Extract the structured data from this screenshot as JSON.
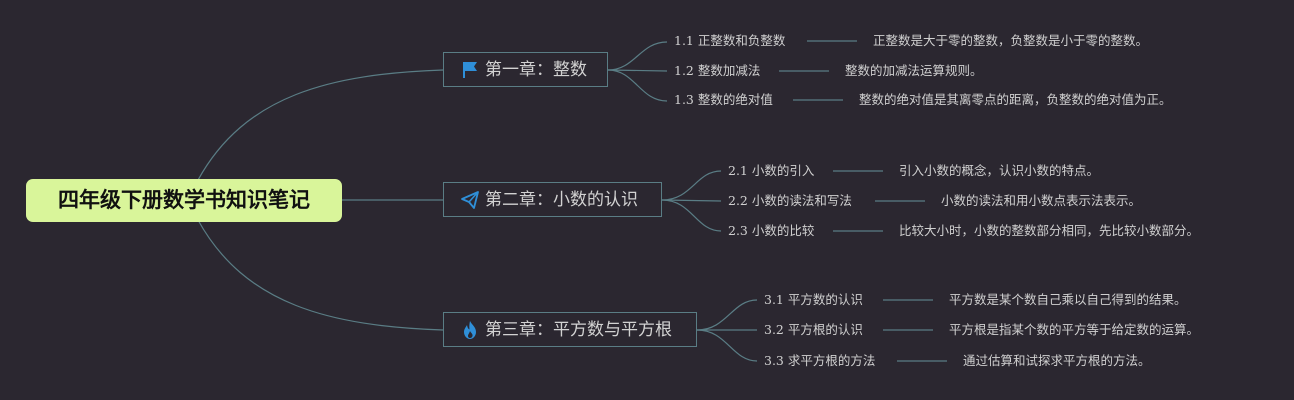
{
  "root": {
    "title": "四年级下册数学书知识笔记"
  },
  "colors": {
    "background": "#2b2730",
    "root_fill": "#d9f59a",
    "link": "#5a7d85",
    "icon_blue": "#2f8fd8"
  },
  "chapters": [
    {
      "title": "第一章：整数",
      "icon": "flag-icon",
      "topics": [
        {
          "label": "1.1 正整数和负整数",
          "description": "正整数是大于零的整数，负整数是小于零的整数。"
        },
        {
          "label": "1.2 整数加减法",
          "description": "整数的加减法运算规则。"
        },
        {
          "label": "1.3 整数的绝对值",
          "description": "整数的绝对值是其离零点的距离，负整数的绝对值为正。"
        }
      ]
    },
    {
      "title": "第二章：小数的认识",
      "icon": "paper-plane-icon",
      "topics": [
        {
          "label": "2.1 小数的引入",
          "description": "引入小数的概念，认识小数的特点。"
        },
        {
          "label": "2.2 小数的读法和写法",
          "description": "小数的读法和用小数点表示法表示。"
        },
        {
          "label": "2.3 小数的比较",
          "description": "比较大小时，小数的整数部分相同，先比较小数部分。"
        }
      ]
    },
    {
      "title": "第三章：平方数与平方根",
      "icon": "flame-icon",
      "topics": [
        {
          "label": "3.1 平方数的认识",
          "description": "平方数是某个数自己乘以自己得到的结果。"
        },
        {
          "label": "3.2 平方根的认识",
          "description": "平方根是指某个数的平方等于给定数的运算。"
        },
        {
          "label": "3.3 求平方根的方法",
          "description": "通过估算和试探求平方根的方法。"
        }
      ]
    }
  ]
}
